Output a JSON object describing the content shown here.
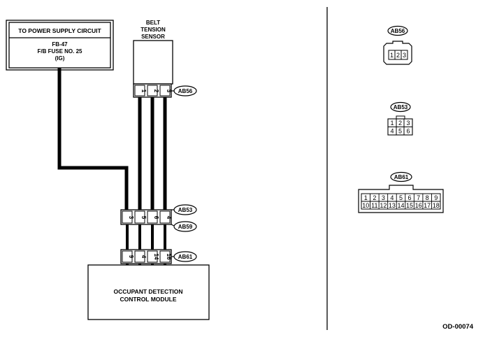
{
  "power_supply": {
    "title": "TO POWER SUPPLY CIRCUIT",
    "line1": "FB-47",
    "line2": "F/B FUSE NO. 25",
    "line3": "(IG)"
  },
  "sensor": {
    "line1": "BELT",
    "line2": "TENSION",
    "line3": "SENSOR",
    "connector": "AB56",
    "pins": [
      "1",
      "2",
      "3"
    ]
  },
  "middle_connectors": {
    "upper": "AB53",
    "lower": "AB59",
    "pins": [
      "3",
      "5",
      "6",
      "4"
    ]
  },
  "module_connector": {
    "name": "AB61",
    "pins": [
      "9",
      "4",
      "14",
      "16"
    ]
  },
  "module": {
    "line1": "OCCUPANT DETECTION",
    "line2": "CONTROL MODULE"
  },
  "connector_views": {
    "ab56": {
      "label": "AB56",
      "pins": [
        "1",
        "2",
        "3"
      ]
    },
    "ab53": {
      "label": "AB53",
      "row1": [
        "1",
        "2",
        "3"
      ],
      "row2": [
        "4",
        "5",
        "6"
      ]
    },
    "ab61": {
      "label": "AB61",
      "row1": [
        "1",
        "2",
        "3",
        "4",
        "5",
        "6",
        "7",
        "8",
        "9"
      ],
      "row2": [
        "10",
        "11",
        "12",
        "13",
        "14",
        "15",
        "16",
        "17",
        "18"
      ]
    }
  },
  "figure_code": "OD-00074"
}
